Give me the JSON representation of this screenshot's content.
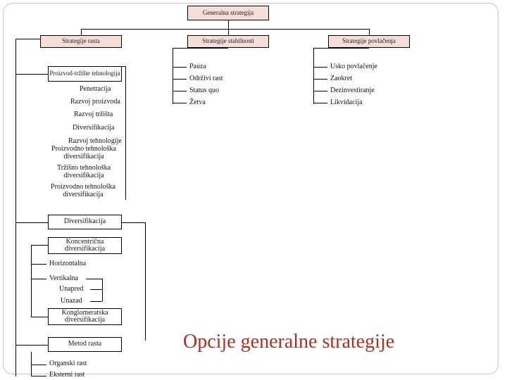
{
  "slide": {
    "title": "Opcije generalne strategije",
    "title_color": "#b03020",
    "box_fill": "#f6ded8"
  },
  "diagram": {
    "type": "tree",
    "root": {
      "label": "Generalna strategija"
    },
    "level1": [
      {
        "label": "Strategije rasta"
      },
      {
        "label": "Strategije stabilnosti"
      },
      {
        "label": "Strategije povlačenja"
      }
    ],
    "stability_children": [
      "Pauza",
      "Održivi rast",
      "Status quo",
      "Žetva"
    ],
    "retrenchment_children": [
      "Usko povlačenje",
      "Zaokret",
      "Dezinvestiranje",
      "Likvidacija"
    ],
    "growth_groups": [
      {
        "header": "Proizvod-tržište tehnologija",
        "items": [
          "Penetracija",
          "Razvoj proizvoda",
          "Razvoj tržišta",
          "Diversifikacija",
          "Razvoj tehnologije",
          "Proizvodno tehnološka diversifikacija",
          "Tržišno tehnološka diversifikacija",
          "Proizvodno tehnološka diversifikacija"
        ]
      },
      {
        "header": "Diversifikacija",
        "items": []
      },
      {
        "header": "Koncentrična diversifikacija",
        "items": [
          "Horizontalna",
          "Vertikalna",
          "Unapred",
          "Unazad"
        ]
      },
      {
        "header": "Konglomeratska diversifikacija",
        "items": []
      },
      {
        "header": "Metod rasta",
        "items": [
          "Organski rast",
          "Eksterni rast"
        ]
      }
    ]
  }
}
